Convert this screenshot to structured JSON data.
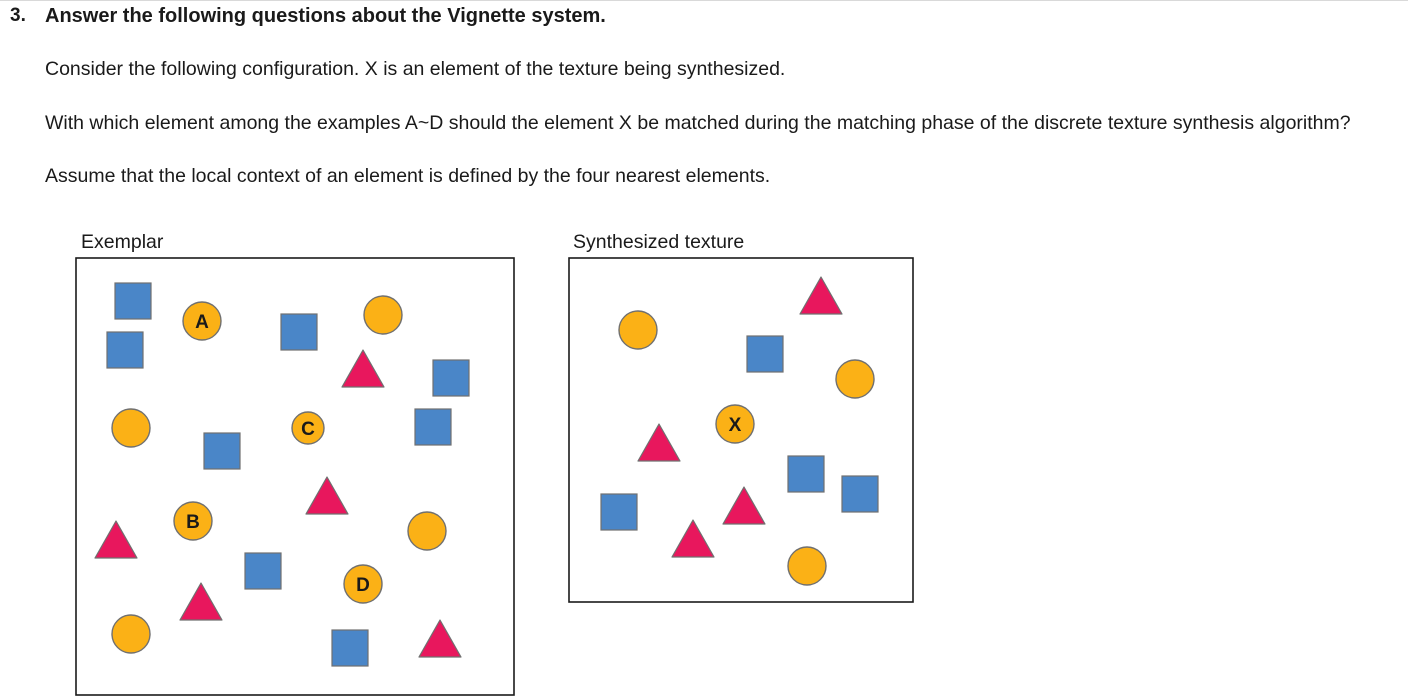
{
  "question": {
    "number": "3.",
    "title": "Answer the following questions about the Vignette system.",
    "paragraphs": [
      "Consider the following configuration. X is an element of the texture being synthesized.",
      "With which element among the examples A~D should the element X be matched during the matching phase of the discrete texture synthesis algorithm?",
      "Assume that the local context of an element is defined by the four nearest elements."
    ]
  },
  "figure": {
    "exemplar_label": "Exemplar",
    "synthesized_label": "Synthesized texture",
    "element_labels": {
      "A": "A",
      "B": "B",
      "C": "C",
      "D": "D",
      "X": "X"
    },
    "colors": {
      "square": "#4a86c8",
      "circle": "#fbb116",
      "triangle": "#e8175d",
      "stroke": "#707070",
      "frame": "#1a1a1a"
    }
  }
}
